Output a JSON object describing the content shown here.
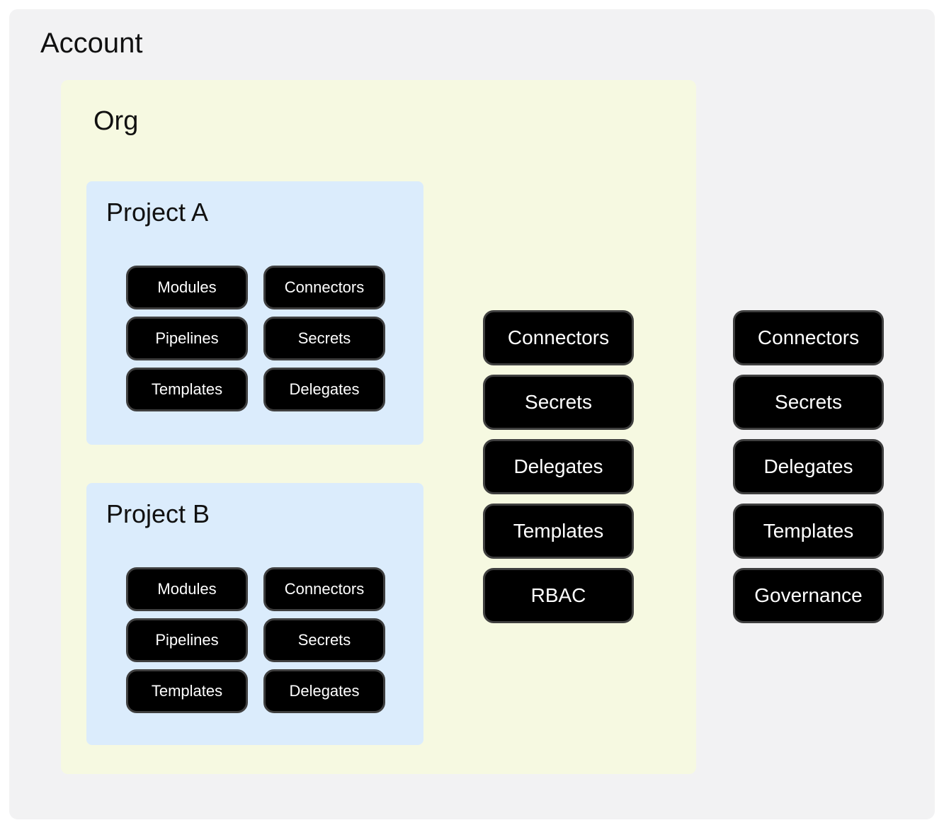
{
  "account": {
    "title": "Account",
    "scope_pills": [
      "Connectors",
      "Secrets",
      "Delegates",
      "Templates",
      "Governance"
    ]
  },
  "org": {
    "title": "Org",
    "scope_pills": [
      "Connectors",
      "Secrets",
      "Delegates",
      "Templates",
      "RBAC"
    ]
  },
  "projects": [
    {
      "title": "Project A",
      "pills": [
        "Modules",
        "Connectors",
        "Pipelines",
        "Secrets",
        "Templates",
        "Delegates"
      ]
    },
    {
      "title": "Project B",
      "pills": [
        "Modules",
        "Connectors",
        "Pipelines",
        "Secrets",
        "Templates",
        "Delegates"
      ]
    }
  ],
  "colors": {
    "page_bg": "#ffffff",
    "account_bg": "#f2f2f3",
    "org_bg": "#f6f9e1",
    "project_bg": "#dbecfc",
    "pill_bg": "#000000",
    "pill_border": "#3f3f3f",
    "pill_text": "#ffffff",
    "title_text": "#111111"
  }
}
